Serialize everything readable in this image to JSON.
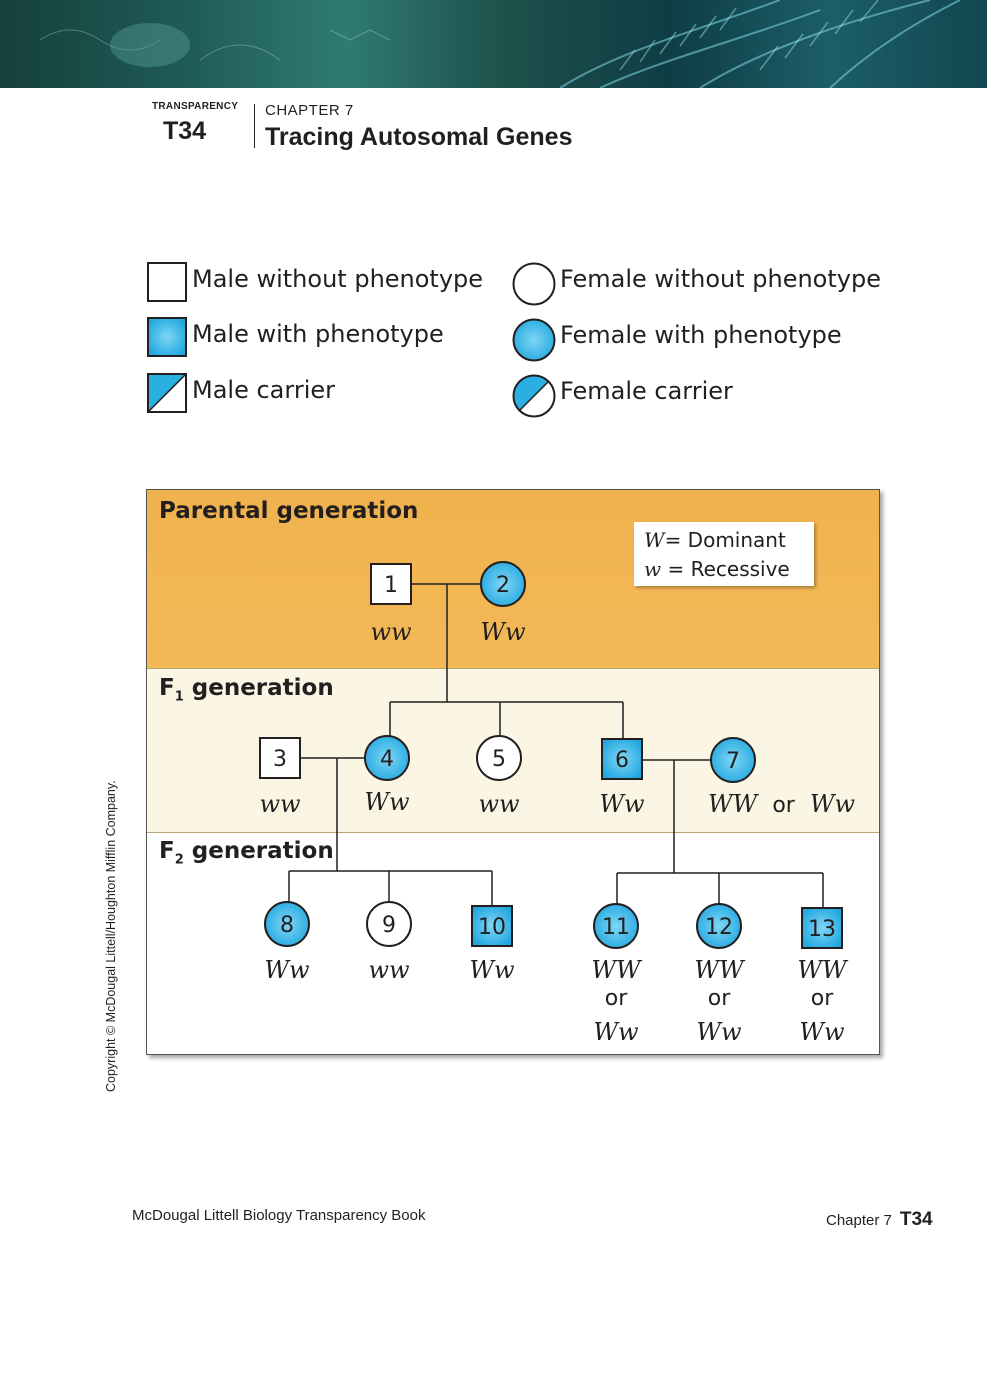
{
  "header": {
    "transparency_label": "TRANSPARENCY",
    "transparency_number": "T34",
    "chapter": "CHAPTER 7",
    "title": "Tracing Autosomal Genes"
  },
  "legend": {
    "male_without": "Male without phenotype",
    "male_with": "Male with phenotype",
    "male_carrier": "Male carrier",
    "female_without": "Female without phenotype",
    "female_with": "Female with phenotype",
    "female_carrier": "Female carrier"
  },
  "colors": {
    "affected": "#29aee3",
    "parental_band": "#f1b54f",
    "f1_band": "#fbf6e3",
    "f2_band": "#ffffff"
  },
  "pedigree": {
    "parental_label": "Parental generation",
    "f1_label_main": "F",
    "f1_label_sub": "1",
    "f1_label_rest": " generation",
    "f2_label_main": "F",
    "f2_label_sub": "2",
    "f2_label_rest": " generation",
    "key": {
      "dominant_symbol": "W",
      "dominant_text": "= Dominant",
      "recessive_symbol": "w",
      "recessive_text": "= Recessive"
    },
    "individuals": [
      {
        "id": "1",
        "sex": "male",
        "affected": false,
        "genotype": "ww"
      },
      {
        "id": "2",
        "sex": "female",
        "affected": true,
        "genotype": "Ww"
      },
      {
        "id": "3",
        "sex": "male",
        "affected": false,
        "genotype": "ww"
      },
      {
        "id": "4",
        "sex": "female",
        "affected": true,
        "genotype": "Ww"
      },
      {
        "id": "5",
        "sex": "female",
        "affected": false,
        "genotype": "ww"
      },
      {
        "id": "6",
        "sex": "male",
        "affected": true,
        "genotype": "Ww"
      },
      {
        "id": "7",
        "sex": "female",
        "affected": true,
        "genotype_a": "WW",
        "genotype_or": "or",
        "genotype_b": "Ww"
      },
      {
        "id": "8",
        "sex": "female",
        "affected": true,
        "genotype": "Ww"
      },
      {
        "id": "9",
        "sex": "female",
        "affected": false,
        "genotype": "ww"
      },
      {
        "id": "10",
        "sex": "male",
        "affected": true,
        "genotype": "Ww"
      },
      {
        "id": "11",
        "sex": "female",
        "affected": true,
        "genotype_a": "WW",
        "genotype_or": "or",
        "genotype_b": "Ww"
      },
      {
        "id": "12",
        "sex": "female",
        "affected": true,
        "genotype_a": "WW",
        "genotype_or": "or",
        "genotype_b": "Ww"
      },
      {
        "id": "13",
        "sex": "male",
        "affected": true,
        "genotype_a": "WW",
        "genotype_or": "or",
        "genotype_b": "Ww"
      }
    ]
  },
  "copyright": "Copyright © McDougal Littell/Houghton Mifflin Company.",
  "footer": {
    "book": "McDougal Littell Biology Transparency Book",
    "chapter": "Chapter 7",
    "page": "T34"
  }
}
